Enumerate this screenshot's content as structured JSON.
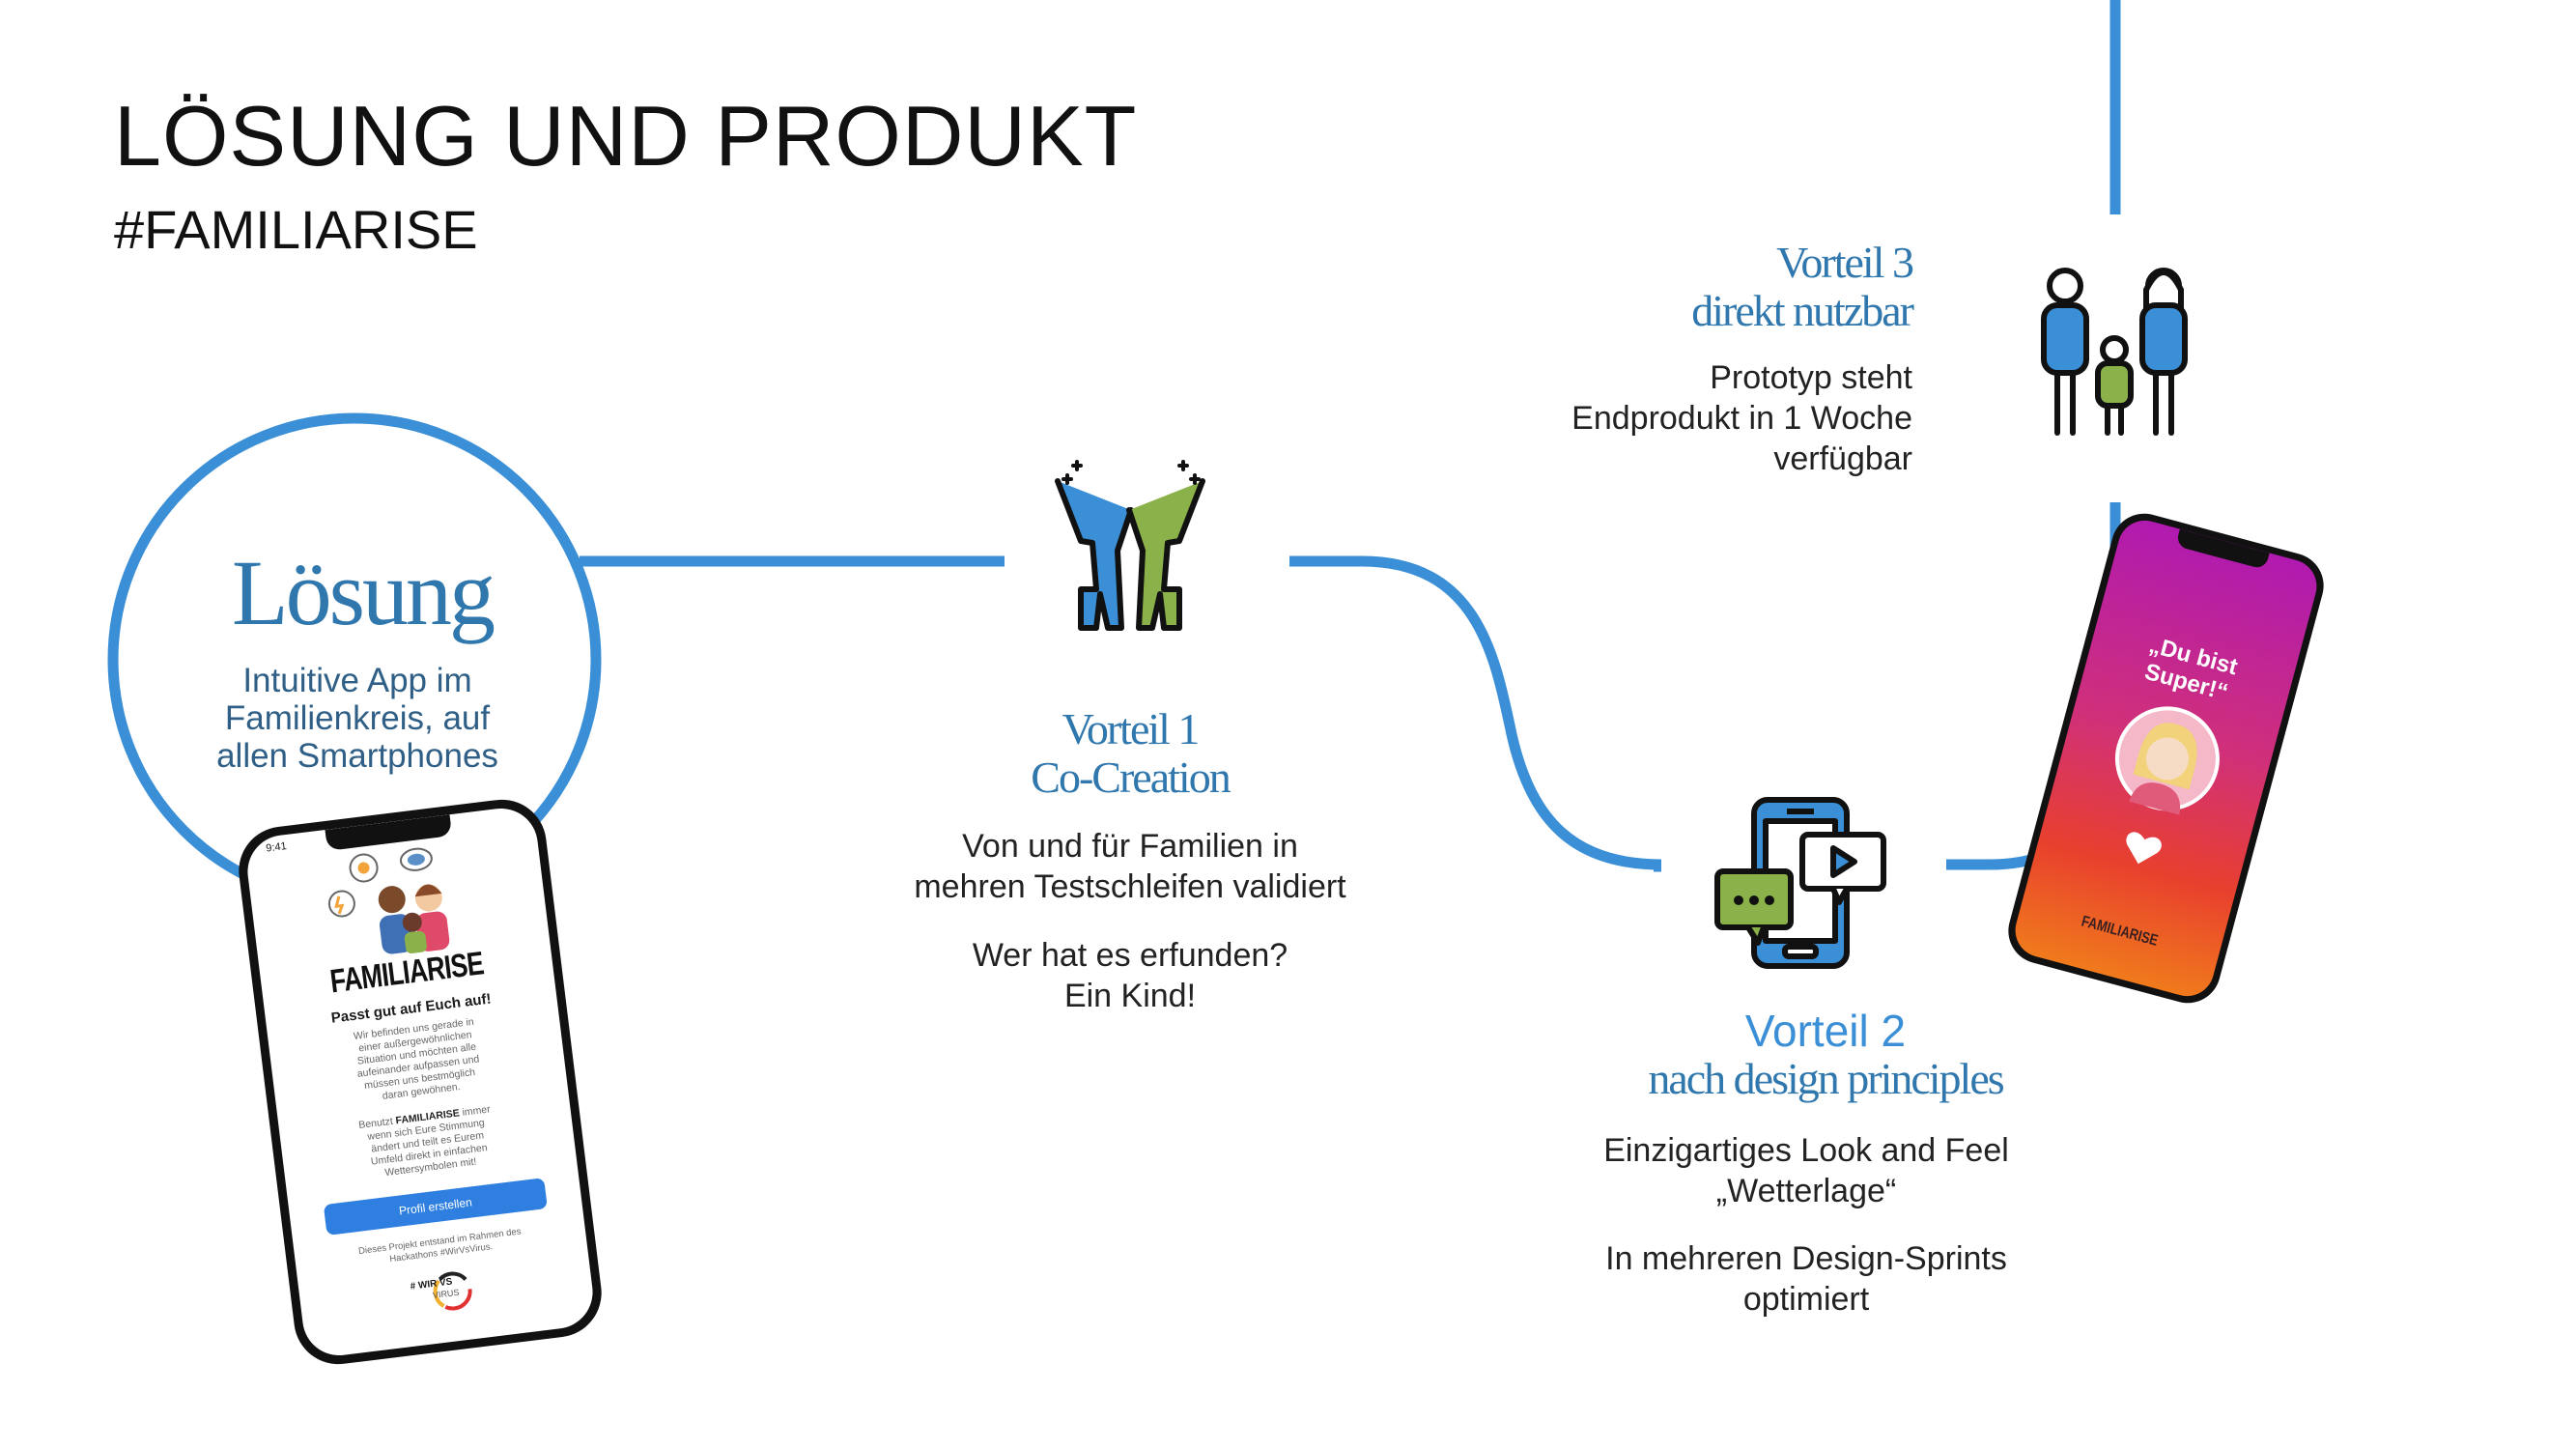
{
  "header": {
    "title": "LÖSUNG UND PRODUKT",
    "subtitle": "#FAMILIARISE"
  },
  "solution": {
    "heading": "Lösung",
    "text": [
      "Intuitive App im",
      "Familienkreis, auf",
      "allen Smartphones"
    ]
  },
  "benefit1": {
    "heading": "Vorteil 1",
    "subheading": "Co-Creation",
    "text1": [
      "Von und für Familien in",
      "mehren Testschleifen validiert"
    ],
    "text2": [
      "Wer hat es erfunden?",
      "Ein Kind!"
    ]
  },
  "benefit2": {
    "heading": "Vorteil 2",
    "subheading": "nach design principles",
    "text1": [
      "Einzigartiges Look and Feel",
      "„Wetterlage“"
    ],
    "text2": [
      "In mehreren Design-Sprints",
      "optimiert"
    ]
  },
  "benefit3": {
    "heading": "Vorteil 3",
    "subheading": "direkt nutzbar",
    "text": [
      "Prototyp steht",
      "Endprodukt in 1 Woche",
      "verfügbar"
    ]
  },
  "phone_left": {
    "time": "9:41",
    "brand": "FAMILIARISE",
    "tagline": "Passt gut auf Euch auf!",
    "para1": [
      "Wir befinden uns gerade in",
      "einer außergewöhnlichen",
      "Situation und möchten alle",
      "aufeinander aufpassen und",
      "müssen uns bestmöglich",
      "daran gewöhnen."
    ],
    "para2_prefix": "Benutzt ",
    "para2_brand": "FAMILIARISE",
    "para2_suffix": " immer",
    "para2": [
      "wenn sich Eure Stimmung",
      "ändert und teilt es Eurem",
      "Umfeld direkt in einfachen",
      "Wettersymbolen mit!"
    ],
    "button": "Profil erstellen",
    "footer": [
      "Dieses Projekt entstand im Rahmen des",
      "Hackathons #WirVsVirus."
    ],
    "logo_line1": "# WIR VS",
    "logo_line2": "VIRUS"
  },
  "phone_right": {
    "message": [
      "„Du bist",
      "Super!“"
    ],
    "brand": "FAMILIARISE"
  },
  "icons": {
    "cheer": "friends-cheering-icon",
    "family": "family-icon",
    "devices": "devices-chat-icon",
    "heart": "heart-icon"
  },
  "colors": {
    "accent": "#3a8fd6",
    "heading": "#2f77ad",
    "green": "#8bb14a",
    "phone_gradient": [
      "#b01ab0",
      "#e8402e",
      "#f07a1c"
    ]
  }
}
